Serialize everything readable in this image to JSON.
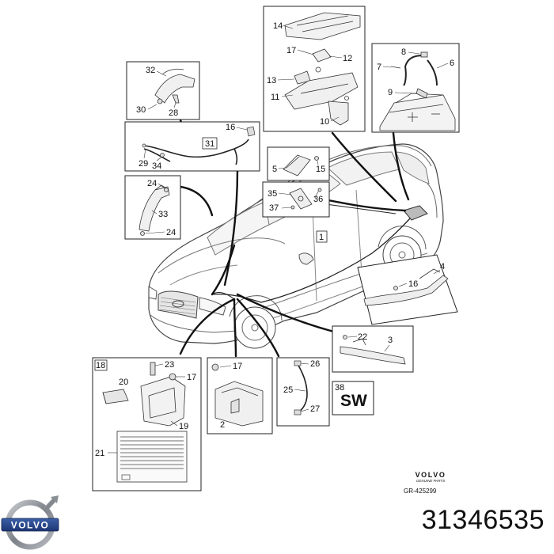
{
  "callouts": {
    "n1": "1",
    "n2": "2",
    "n3": "3",
    "n4": "4",
    "n5": "5",
    "n6": "6",
    "n7": "7",
    "n8": "8",
    "n9": "9",
    "n10": "10",
    "n11": "11",
    "n12": "12",
    "n13": "13",
    "n14": "14",
    "n15": "15",
    "n16a": "16",
    "n16b": "16",
    "n17a": "17",
    "n17b": "17",
    "n17c": "17",
    "n18": "18",
    "n19": "19",
    "n20": "20",
    "n21": "21",
    "n22": "22",
    "n23": "23",
    "n24a": "24",
    "n24b": "24",
    "n25": "25",
    "n26": "26",
    "n27": "27",
    "n28": "28",
    "n29": "29",
    "n30": "30",
    "n31": "31",
    "n32": "32",
    "n33": "33",
    "n34": "34",
    "n35": "35",
    "n36": "36",
    "n37": "37",
    "n38": "38"
  },
  "sw_label": "SW",
  "diagram_brand": {
    "word": "VOLVO",
    "sub": "GENUINE PARTS",
    "reference": "GR-425299"
  },
  "logo_text": "VOLVO",
  "part_number": "31346535"
}
